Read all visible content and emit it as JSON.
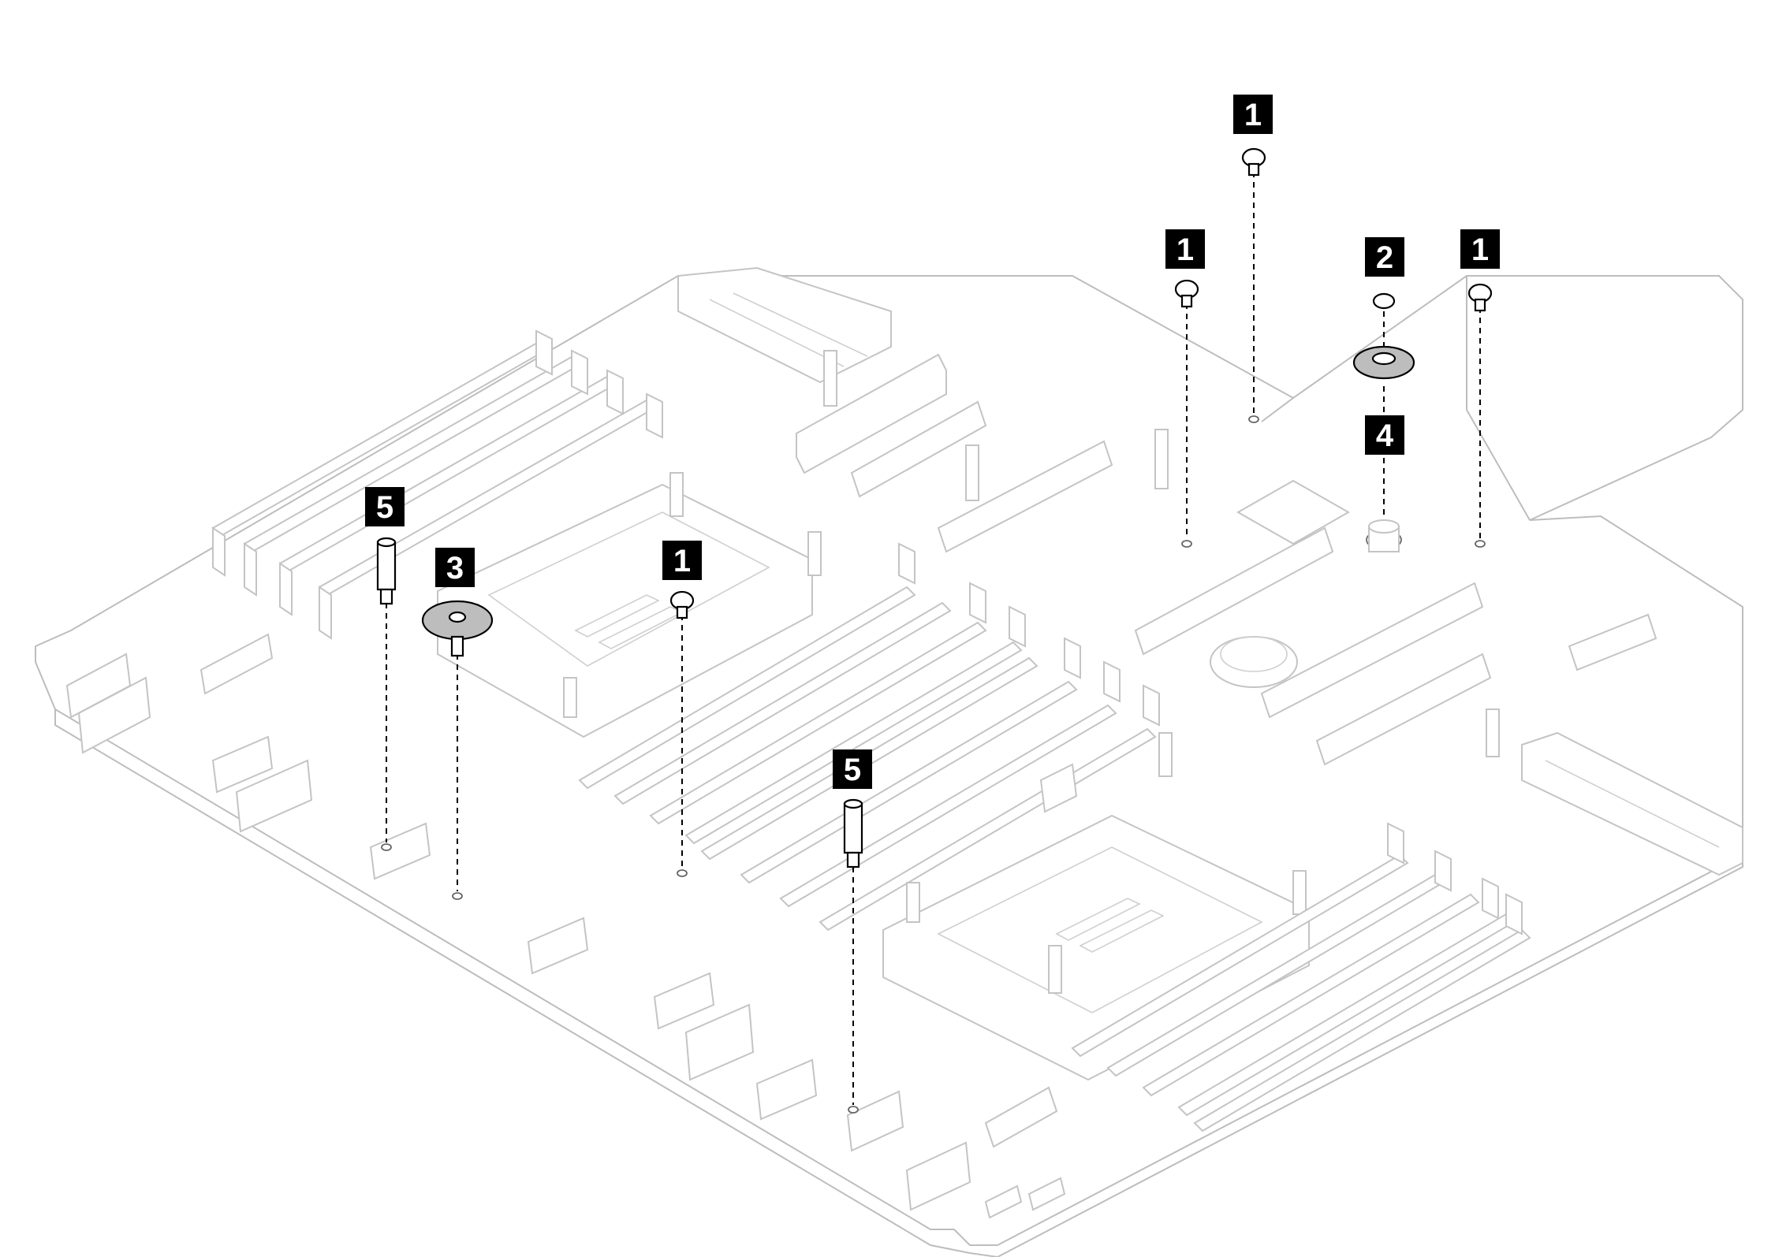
{
  "diagram": {
    "callouts": [
      {
        "id": "c1",
        "label": "1"
      },
      {
        "id": "c2",
        "label": "1"
      },
      {
        "id": "c3",
        "label": "1"
      },
      {
        "id": "c4",
        "label": "1"
      },
      {
        "id": "c5",
        "label": "2"
      },
      {
        "id": "c6",
        "label": "3"
      },
      {
        "id": "c7",
        "label": "4"
      },
      {
        "id": "c8",
        "label": "5"
      },
      {
        "id": "c9",
        "label": "5"
      }
    ]
  }
}
